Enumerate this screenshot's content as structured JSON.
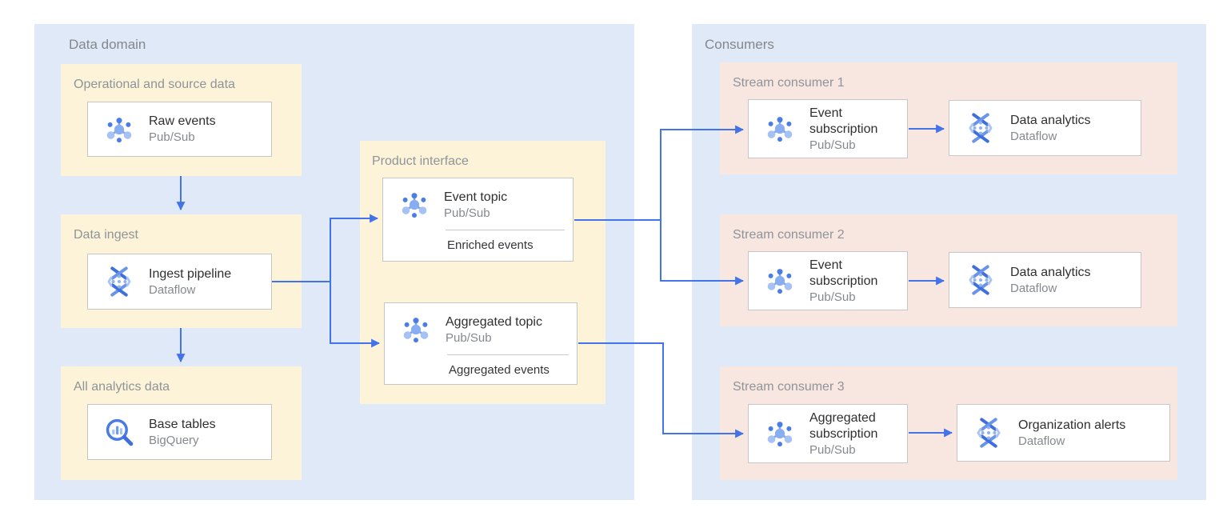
{
  "panels": {
    "data_domain": {
      "label": "Data domain"
    },
    "consumers": {
      "label": "Consumers"
    }
  },
  "groups": {
    "operational": {
      "label": "Operational and source data",
      "card": {
        "title": "Raw events",
        "product": "Pub/Sub",
        "icon": "pubsub-icon"
      }
    },
    "ingest": {
      "label": "Data ingest",
      "card": {
        "title": "Ingest pipeline",
        "product": "Dataflow",
        "icon": "dataflow-icon"
      }
    },
    "analytics": {
      "label": "All analytics data",
      "card": {
        "title": "Base tables",
        "product": "BigQuery",
        "icon": "bigquery-icon"
      }
    },
    "product_interface": {
      "label": "Product interface",
      "event_topic": {
        "title": "Event topic",
        "product": "Pub/Sub",
        "note": "Enriched events",
        "icon": "pubsub-icon"
      },
      "aggregated_topic": {
        "title": "Aggregated topic",
        "product": "Pub/Sub",
        "note": "Aggregated events",
        "icon": "pubsub-icon"
      }
    },
    "stream1": {
      "label": "Stream consumer 1",
      "sub": {
        "title": "Event subscription",
        "product": "Pub/Sub",
        "icon": "pubsub-icon"
      },
      "proc": {
        "title": "Data analytics",
        "product": "Dataflow",
        "icon": "dataflow-icon"
      }
    },
    "stream2": {
      "label": "Stream consumer 2",
      "sub": {
        "title": "Event subscription",
        "product": "Pub/Sub",
        "icon": "pubsub-icon"
      },
      "proc": {
        "title": "Data analytics",
        "product": "Dataflow",
        "icon": "dataflow-icon"
      }
    },
    "stream3": {
      "label": "Stream consumer 3",
      "sub": {
        "title": "Aggregated subscription",
        "product": "Pub/Sub",
        "icon": "pubsub-icon"
      },
      "proc": {
        "title": "Organization alerts",
        "product": "Dataflow",
        "icon": "dataflow-icon"
      }
    }
  },
  "colors": {
    "panel_blue": "#dfe9f7",
    "group_yellow": "#fcf3d9",
    "group_pink": "#f8e6e1",
    "arrow_blue": "#4373e8",
    "card_border": "#c6c6c6",
    "label_gray": "#8f9499",
    "title_dark": "#2e2f31",
    "subtitle_gray": "#85898e"
  }
}
